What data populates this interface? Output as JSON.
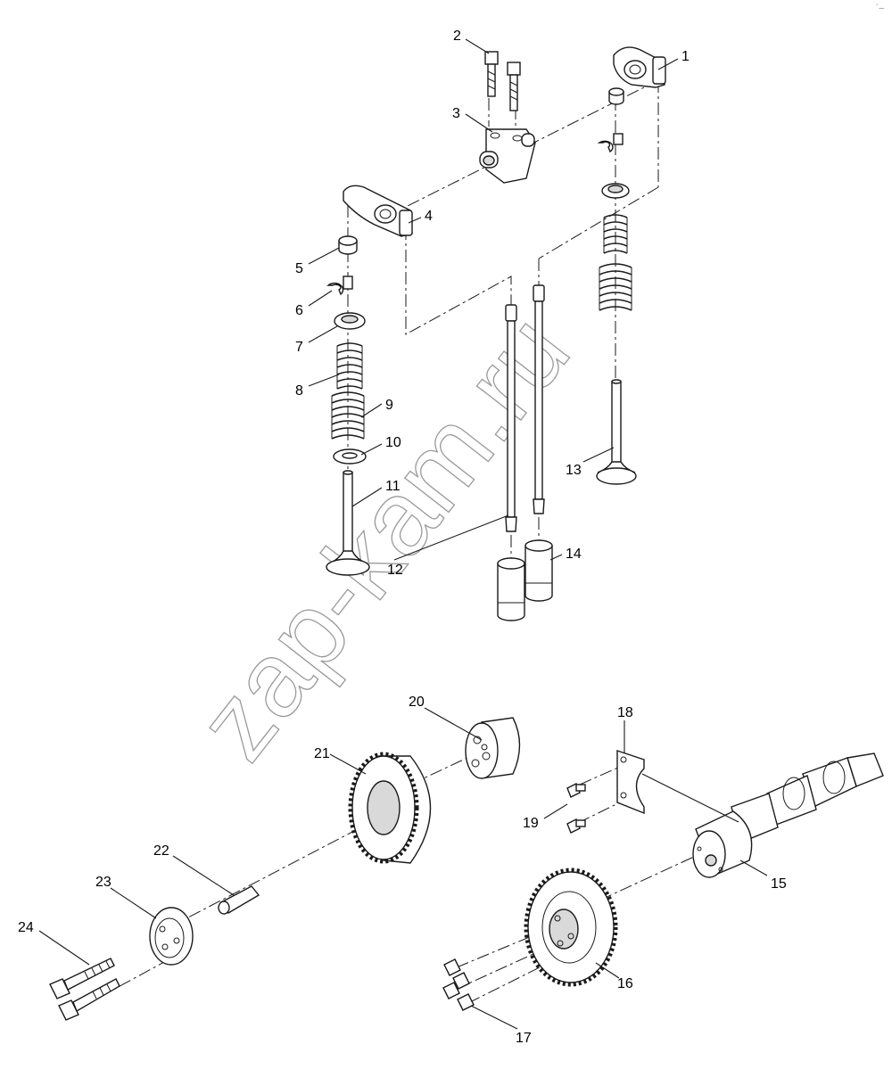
{
  "watermark": "zap-kam.ru",
  "corner_mark": "´–",
  "callouts": {
    "c1": "1",
    "c2": "2",
    "c3": "3",
    "c4": "4",
    "c5": "5",
    "c6": "6",
    "c7": "7",
    "c8": "8",
    "c9": "9",
    "c10": "10",
    "c11": "11",
    "c12": "12",
    "c13": "13",
    "c14": "14",
    "c15": "15",
    "c16": "16",
    "c17": "17",
    "c18": "18",
    "c19": "19",
    "c20": "20",
    "c21": "21",
    "c22": "22",
    "c23": "23",
    "c24": "24"
  }
}
